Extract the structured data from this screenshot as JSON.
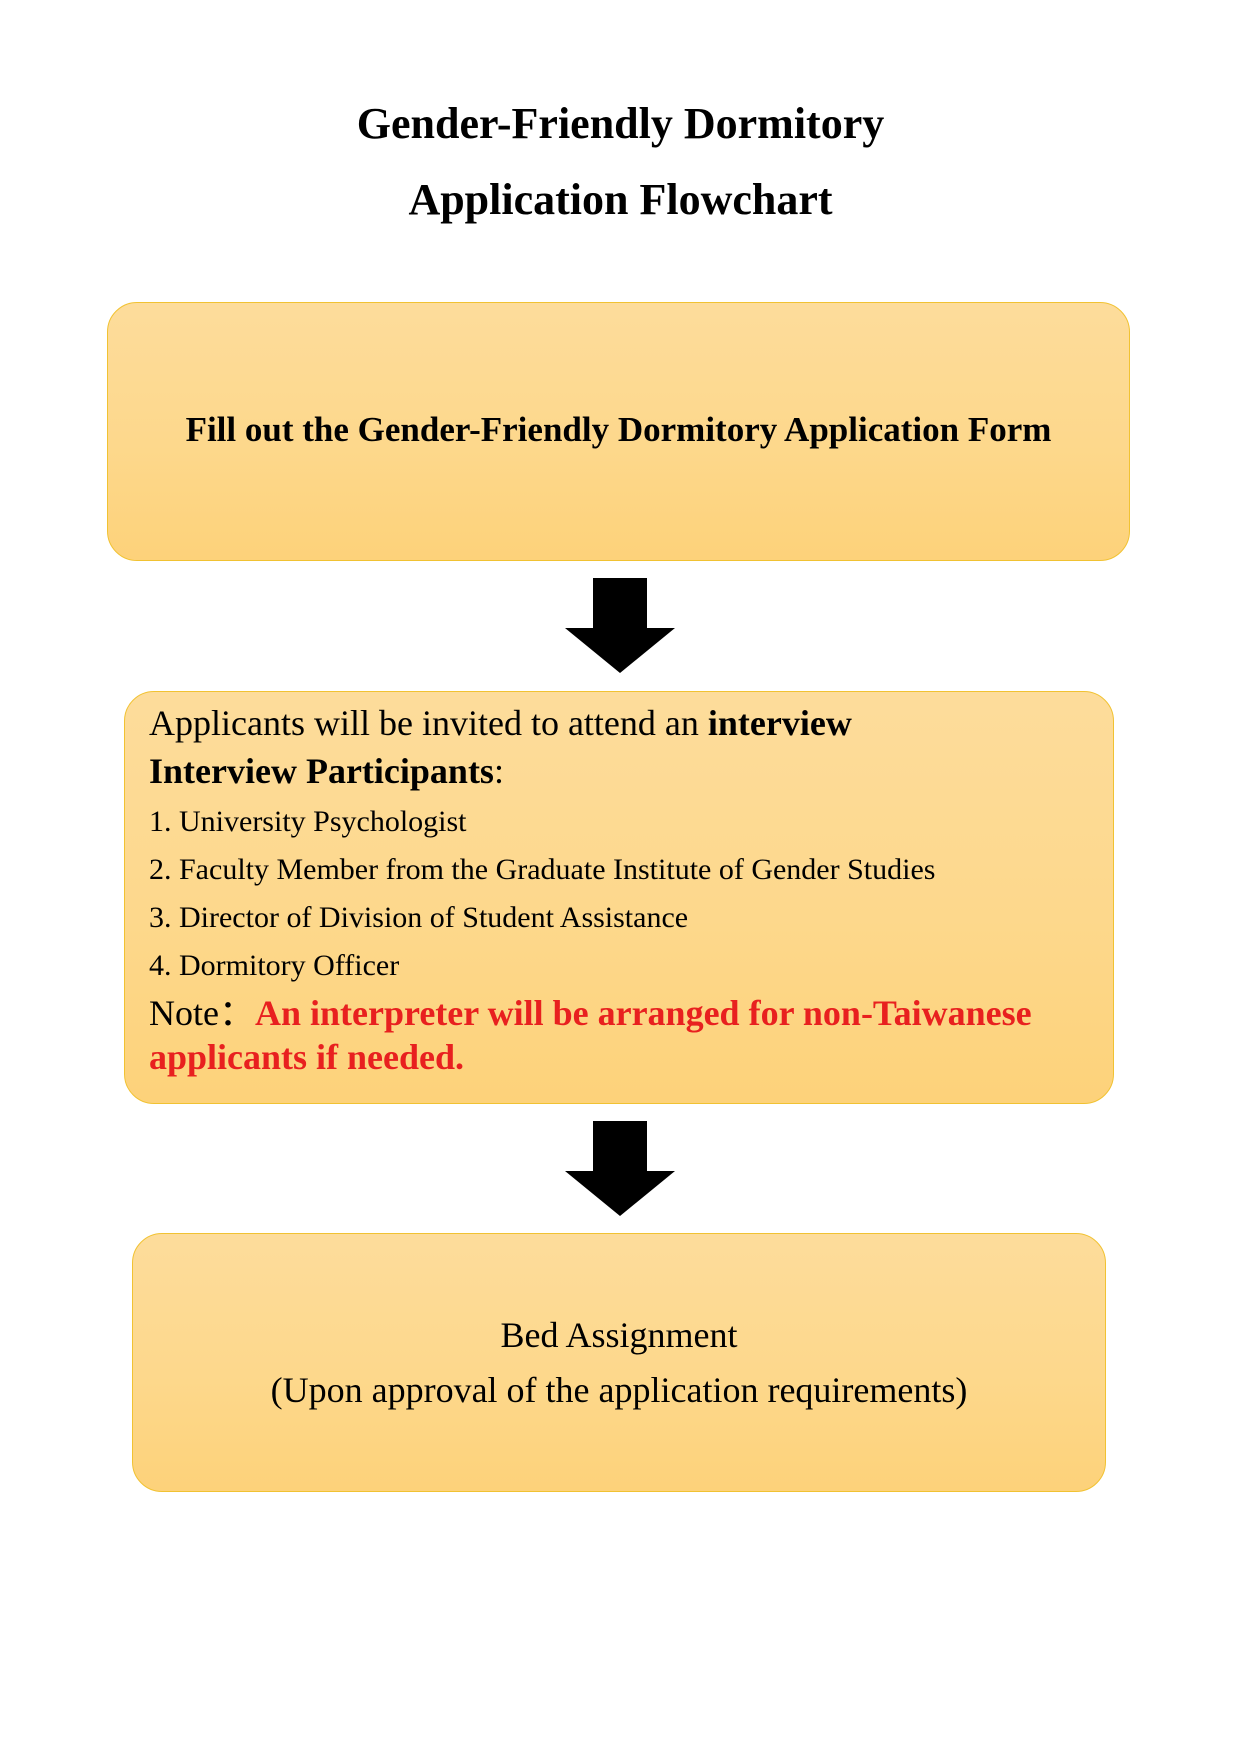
{
  "header": {
    "title_line1": "Gender-Friendly Dormitory",
    "title_line2": "Application Flowchart"
  },
  "steps": {
    "step1": {
      "text": "Fill out the Gender-Friendly Dormitory Application Form"
    },
    "step2": {
      "intro": "Applicants will be invited to attend an ",
      "intro_bold": "interview",
      "participants_label": "Interview Participants",
      "participants_colon": ":",
      "participants": [
        "1. University Psychologist",
        "2. Faculty Member from the Graduate Institute of Gender Studies",
        "3. Director of Division of Student Assistance",
        "4. Dormitory Officer"
      ],
      "note_label": "Note：",
      "note_line1": "An interpreter will be arranged for non-Taiwanese",
      "note_line2": "applicants if needed."
    },
    "step3": {
      "line1": "Bed Assignment",
      "line2": "(Upon approval of the application requirements)"
    }
  },
  "colors": {
    "box_fill": "#fdd88c",
    "box_border": "#f1c232",
    "note_red": "#e8201f",
    "arrow": "#000000"
  },
  "icons": {
    "connector": "down-arrow-icon"
  }
}
